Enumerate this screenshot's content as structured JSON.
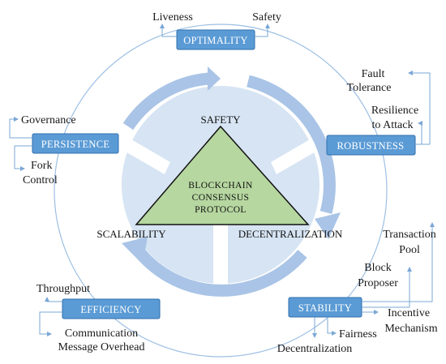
{
  "center": {
    "triangle": {
      "line1": "BLOCKCHAIN",
      "line2": "CONSENSUS",
      "line3": "PROTOCOL",
      "fill": "#b6d7a0"
    },
    "top_label": "SAFETY",
    "left_label": "SCALABILITY",
    "right_label": "DECENTRALIZATION"
  },
  "categories": {
    "optimality": {
      "label": "OPTIMALITY",
      "items": [
        "Liveness",
        "Safety"
      ]
    },
    "robustness": {
      "label": "ROBUSTNESS",
      "items": [
        {
          "line1": "Fault",
          "line2": "Tolerance"
        },
        {
          "line1": "Resilience",
          "line2": "to Attack"
        }
      ]
    },
    "stability": {
      "label": "STABILITY",
      "items": [
        {
          "line1": "Transaction",
          "line2": "Pool"
        },
        {
          "line1": "Block",
          "line2": "Proposer"
        },
        {
          "line1": "Incentive",
          "line2": "Mechanism"
        },
        {
          "line1": "Fairness"
        },
        {
          "line1": "Decentralization"
        }
      ]
    },
    "efficiency": {
      "label": "EFFICIENCY",
      "items": [
        {
          "line1": "Throughput"
        },
        {
          "line1": "Communication",
          "line2": "Message Overhead"
        }
      ]
    },
    "persistence": {
      "label": "PERSISTENCE",
      "items": [
        {
          "line1": "Governance"
        },
        {
          "line1": "Fork",
          "line2": "Control"
        }
      ]
    }
  },
  "colors": {
    "box": "#5b9bd5",
    "ring": "#a9c4e6",
    "disc": "#d6e4f3",
    "arrows": "#7aa7d6",
    "outer_circle": "#9dbfe3"
  }
}
